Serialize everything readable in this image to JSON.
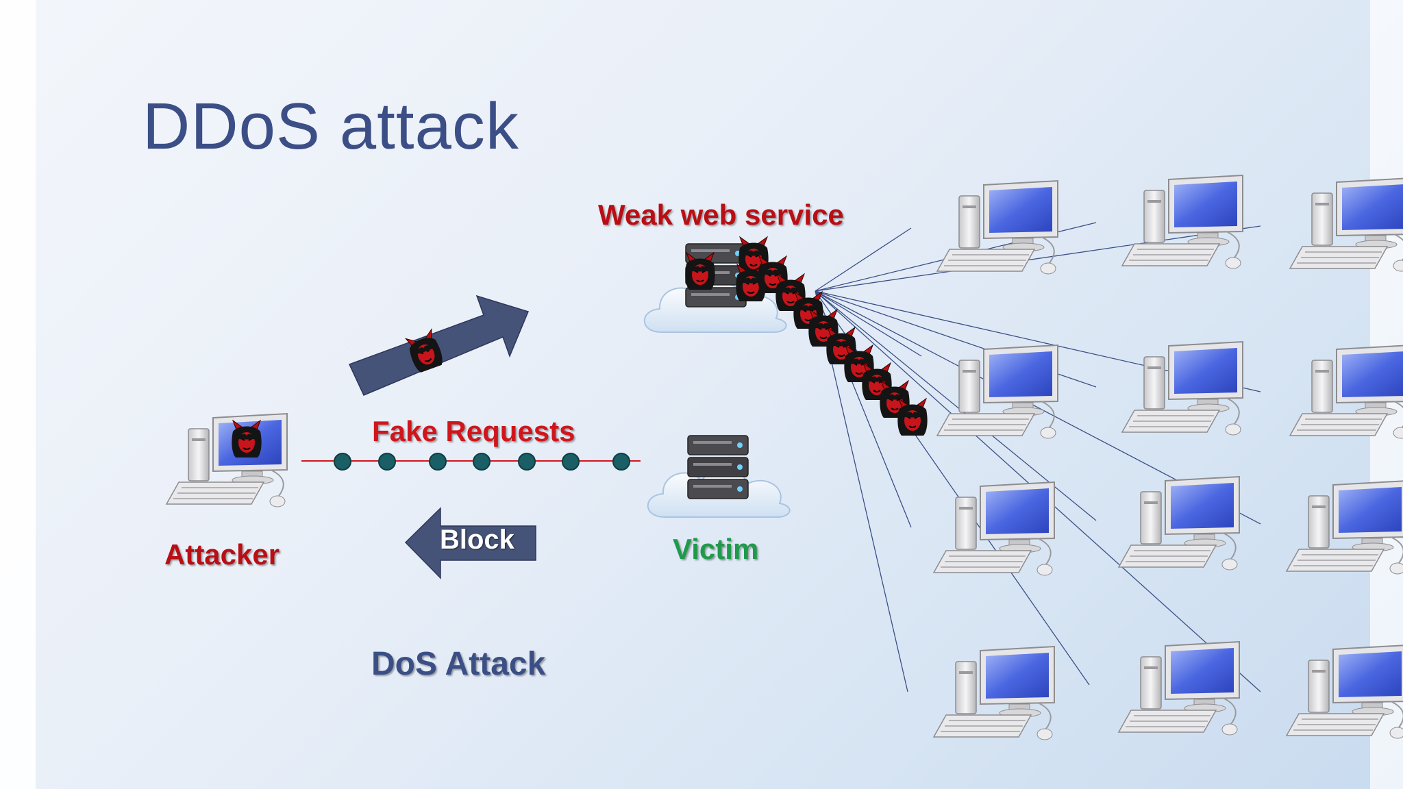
{
  "slide": {
    "title": "DDoS attack"
  },
  "labels": {
    "weak_service": "Weak web service",
    "fake_requests": "Fake Requests",
    "attacker": "Attacker",
    "victim": "Victim",
    "block": "Block",
    "dos_attack": "DoS Attack"
  },
  "colors": {
    "title": "#3b4e86",
    "attacker_label": "#b90e14",
    "victim_label": "#1f9a4a",
    "arrow_fill": "#465378",
    "request_dot": "#1a5e66",
    "monitor_screen": "#4a66e0"
  },
  "icons": [
    "computer-icon",
    "server-icon",
    "cloud-icon",
    "devil-icon",
    "arrow-right-icon",
    "arrow-left-icon"
  ]
}
